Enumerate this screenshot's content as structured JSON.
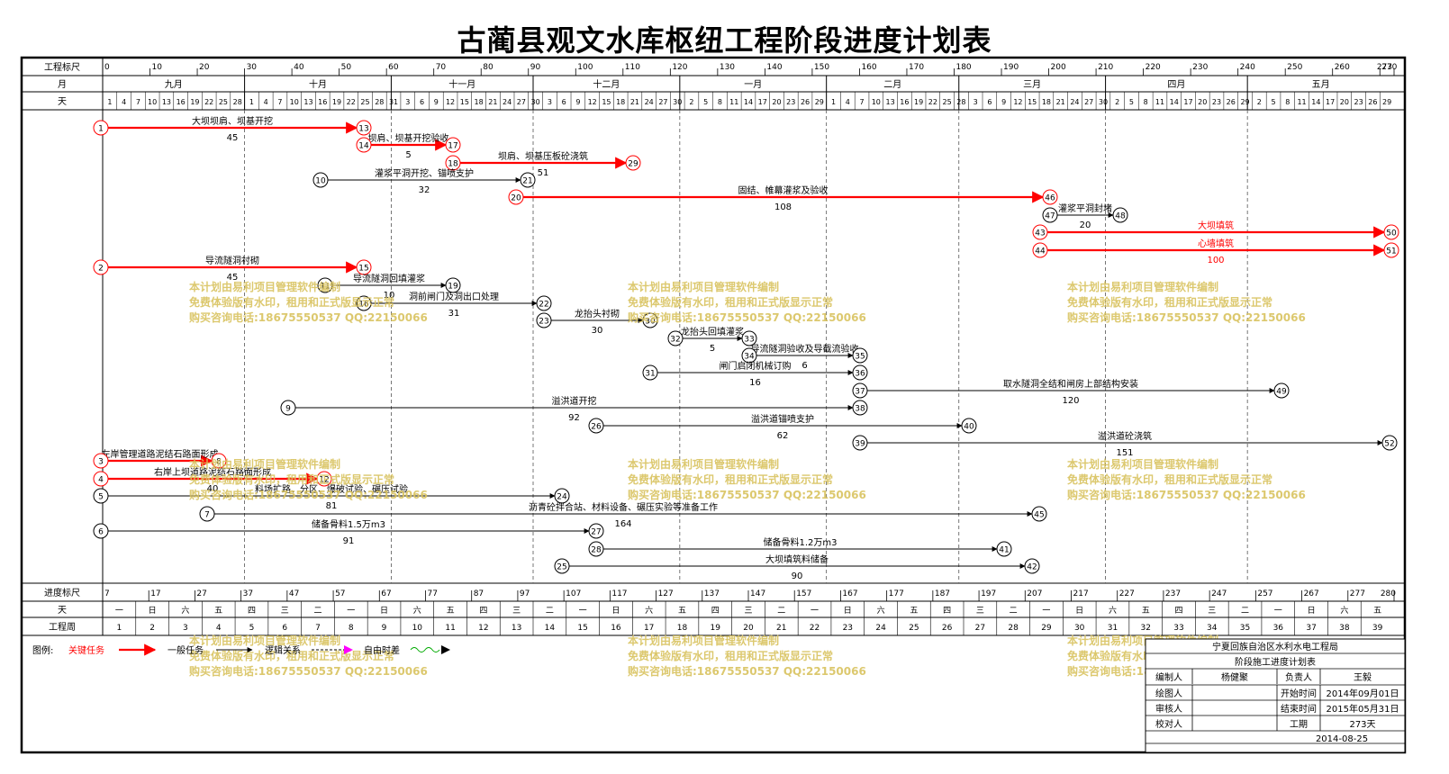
{
  "title": "古蔺县观文水库枢纽工程阶段进度计划表",
  "colors": {
    "critical": "#ff0000",
    "normal": "#000000",
    "watermark": "#d9c35f",
    "logic": "#ff00ff",
    "free": "#00aa00"
  },
  "header": {
    "scale_label": "工程标尺",
    "month_label": "月",
    "day_label": "天",
    "scale_ticks": [
      "0",
      "10",
      "20",
      "30",
      "40",
      "50",
      "60",
      "70",
      "80",
      "90",
      "100",
      "110",
      "120",
      "130",
      "140",
      "150",
      "160",
      "170",
      "180",
      "190",
      "200",
      "210",
      "220",
      "230",
      "240",
      "250",
      "260",
      "270",
      "273"
    ],
    "months": [
      "九月",
      "十月",
      "十一月",
      "十二月",
      "一月",
      "二月",
      "三月",
      "四月",
      "五月"
    ],
    "days": [
      "1",
      "4",
      "7",
      "10",
      "13",
      "16",
      "19",
      "22",
      "25",
      "28",
      "1",
      "4",
      "7",
      "10",
      "13",
      "16",
      "19",
      "22",
      "25",
      "28",
      "31",
      "3",
      "6",
      "9",
      "12",
      "15",
      "18",
      "21",
      "24",
      "27",
      "30",
      "3",
      "6",
      "9",
      "12",
      "15",
      "18",
      "21",
      "24",
      "27",
      "30",
      "2",
      "5",
      "8",
      "11",
      "14",
      "17",
      "20",
      "23",
      "26",
      "29",
      "1",
      "4",
      "7",
      "10",
      "13",
      "16",
      "19",
      "22",
      "25",
      "28",
      "3",
      "6",
      "9",
      "12",
      "15",
      "18",
      "21",
      "24",
      "27",
      "30",
      "2",
      "5",
      "8",
      "11",
      "14",
      "17",
      "20",
      "23",
      "26",
      "29",
      "2",
      "5",
      "8",
      "11",
      "14",
      "17",
      "20",
      "23",
      "26",
      "29"
    ]
  },
  "footer": {
    "progress_label": "进度标尺",
    "weekday_label": "天",
    "week_label": "工程周",
    "progress_ticks": [
      "7",
      "17",
      "27",
      "37",
      "47",
      "57",
      "67",
      "77",
      "87",
      "97",
      "107",
      "117",
      "127",
      "137",
      "147",
      "157",
      "167",
      "177",
      "187",
      "197",
      "207",
      "217",
      "227",
      "237",
      "247",
      "257",
      "267",
      "277",
      "280"
    ],
    "weekdays": [
      "一",
      "日",
      "六",
      "五",
      "四",
      "三",
      "二",
      "一",
      "日",
      "六",
      "五",
      "四",
      "三",
      "二",
      "一",
      "日",
      "六",
      "五",
      "四",
      "三",
      "二",
      "一",
      "日",
      "六",
      "五",
      "四",
      "三",
      "二",
      "一",
      "日",
      "六",
      "五",
      "四",
      "三",
      "二",
      "一",
      "日",
      "六",
      "五"
    ],
    "weeks": [
      "1",
      "2",
      "3",
      "4",
      "5",
      "6",
      "7",
      "8",
      "9",
      "10",
      "11",
      "12",
      "13",
      "14",
      "15",
      "16",
      "17",
      "18",
      "19",
      "20",
      "21",
      "22",
      "23",
      "24",
      "25",
      "26",
      "27",
      "28",
      "29",
      "30",
      "31",
      "32",
      "33",
      "34",
      "35",
      "36",
      "37",
      "38",
      "39"
    ]
  },
  "tasks": [
    {
      "from": "1",
      "to": "13",
      "name": "大坝坝肩、坝基开挖",
      "dur": "45",
      "critical": true
    },
    {
      "from": "14",
      "to": "17",
      "name": "坝肩、坝基开挖验收",
      "dur": "5",
      "critical": true
    },
    {
      "from": "18",
      "to": "29",
      "name": "坝肩、坝基压板砼浇筑",
      "dur": "51",
      "critical": true
    },
    {
      "from": "10",
      "to": "21",
      "name": "灌浆平洞开挖、锚喷支护",
      "dur": "32",
      "critical": false
    },
    {
      "from": "20",
      "to": "46",
      "name": "固结、帷幕灌浆及验收",
      "dur": "108",
      "critical": true
    },
    {
      "from": "47",
      "to": "48",
      "name": "灌浆平洞封堵",
      "dur": "20",
      "critical": false
    },
    {
      "from": "43",
      "to": "50",
      "name": "大坝填筑",
      "dur": "",
      "critical": true
    },
    {
      "from": "44",
      "to": "51",
      "name": "心墙填筑",
      "dur": "100",
      "critical": true
    },
    {
      "from": "2",
      "to": "15",
      "name": "导流隧洞衬砌",
      "dur": "45",
      "critical": true
    },
    {
      "from": "11",
      "to": "19",
      "name": "导流隧洞回填灌浆",
      "dur": "10",
      "critical": false
    },
    {
      "from": "16",
      "to": "22",
      "name": "洞前闸门及洞出口处理",
      "dur": "31",
      "critical": false
    },
    {
      "from": "23",
      "to": "30",
      "name": "龙抬头衬砌",
      "dur": "30",
      "critical": false
    },
    {
      "from": "32",
      "to": "33",
      "name": "龙抬头回填灌浆",
      "dur": "5",
      "critical": false
    },
    {
      "from": "34",
      "to": "35",
      "name": "导流隧洞验收及导截流验收",
      "dur": "6",
      "critical": false
    },
    {
      "from": "31",
      "to": "36",
      "name": "闸门启闭机械订购",
      "dur": "16",
      "critical": false
    },
    {
      "from": "37",
      "to": "49",
      "name": "取水隧洞全结和闸房上部结构安装",
      "dur": "120",
      "critical": false
    },
    {
      "from": "9",
      "to": "38",
      "name": "溢洪道开挖",
      "dur": "92",
      "critical": false
    },
    {
      "from": "26",
      "to": "40",
      "name": "溢洪道锚喷支护",
      "dur": "62",
      "critical": false
    },
    {
      "from": "39",
      "to": "52",
      "name": "溢洪道砼浇筑",
      "dur": "151",
      "critical": false
    },
    {
      "from": "3",
      "to": "8",
      "name": "左岸管理道路泥结石路面形成",
      "dur": "",
      "critical": true
    },
    {
      "from": "4",
      "to": "12",
      "name": "右岸上坝道路泥结石路面形成",
      "dur": "40",
      "critical": true
    },
    {
      "from": "5",
      "to": "24",
      "name": "料场扩路、分区、爆破试验、碾压试验",
      "dur": "81",
      "critical": false
    },
    {
      "from": "7",
      "to": "45",
      "name": "沥青砼拌合站、材料设备、碾压实验等准备工作",
      "dur": "164",
      "critical": false
    },
    {
      "from": "6",
      "to": "27",
      "name": "储备骨料1.5万m3",
      "dur": "91",
      "critical": false
    },
    {
      "from": "28",
      "to": "41",
      "name": "储备骨料1.2万m3",
      "dur": "",
      "critical": false
    },
    {
      "from": "25",
      "to": "42",
      "name": "大坝填筑料储备",
      "dur": "90",
      "critical": false
    }
  ],
  "legend": {
    "label": "图例:",
    "critical": "关键任务",
    "normal": "一般任务",
    "logic": "逻辑关系",
    "free": "自由时差"
  },
  "watermark": {
    "line1": "本计划由易利项目管理软件编制",
    "line2": "免费体验版有水印，租用和正式版显示正常",
    "line3": "购买咨询电话:18675550537 QQ:22150066"
  },
  "infobox": {
    "org": "宁夏回族自治区水利水电工程局",
    "plan": "阶段施工进度计划表",
    "editor_label": "编制人",
    "editor": "杨健聚",
    "owner_label": "负责人",
    "owner": "王毅",
    "drawer_label": "绘图人",
    "drawer": "",
    "start_label": "开始时间",
    "start": "2014年09月01日",
    "reviewer_label": "审核人",
    "reviewer": "",
    "end_label": "结束时间",
    "end": "2015年05月31日",
    "checker_label": "校对人",
    "checker": "",
    "period_label": "工期",
    "period": "273天",
    "date": "2014-08-25"
  }
}
